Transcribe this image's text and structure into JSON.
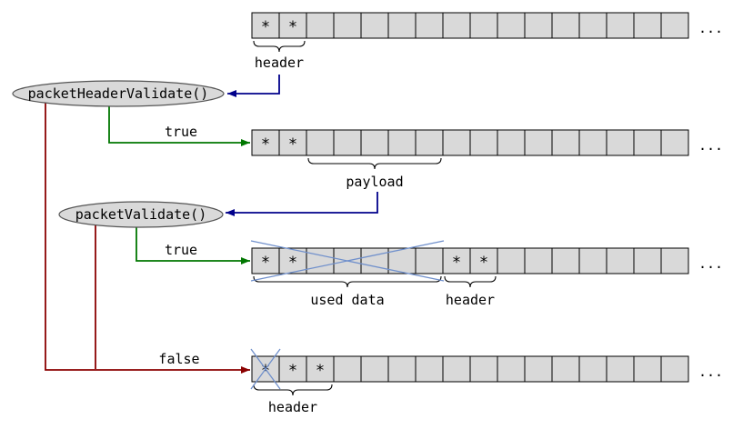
{
  "nodes": [
    {
      "label": "packetHeaderValidate()"
    },
    {
      "label": "packetValidate()"
    }
  ],
  "edge_labels": [
    {
      "label": "true"
    },
    {
      "label": "true"
    },
    {
      "label": "false"
    }
  ],
  "rows": [
    {
      "cells": [
        "*",
        "*",
        "",
        "",
        "",
        "",
        "",
        "",
        "",
        "",
        "",
        "",
        "",
        "",
        "",
        ""
      ],
      "ellipsis": "...",
      "braces": [
        "header"
      ]
    },
    {
      "cells": [
        "*",
        "*",
        "",
        "",
        "",
        "",
        "",
        "",
        "",
        "",
        "",
        "",
        "",
        "",
        "",
        ""
      ],
      "ellipsis": "...",
      "braces": [
        "payload"
      ]
    },
    {
      "cells": [
        "*",
        "*",
        "",
        "",
        "",
        "",
        "",
        "*",
        "*",
        "",
        "",
        "",
        "",
        "",
        "",
        ""
      ],
      "ellipsis": "...",
      "braces": [
        "used data",
        "header"
      ],
      "cross": [
        0,
        6
      ]
    },
    {
      "cells": [
        "*",
        "*",
        "*",
        "",
        "",
        "",
        "",
        "",
        "",
        "",
        "",
        "",
        "",
        "",
        "",
        ""
      ],
      "ellipsis": "...",
      "braces": [
        "header"
      ],
      "cross": [
        0,
        0
      ]
    }
  ],
  "colors": {
    "cell_fill": "#d9d9d9",
    "cell_border": "#000000",
    "node_fill": "#d9d9d9",
    "node_border": "#555555",
    "edge_blue": "#00008b",
    "edge_green": "#007700",
    "edge_red": "#8b0000",
    "cross_blue": "#7090cc"
  }
}
